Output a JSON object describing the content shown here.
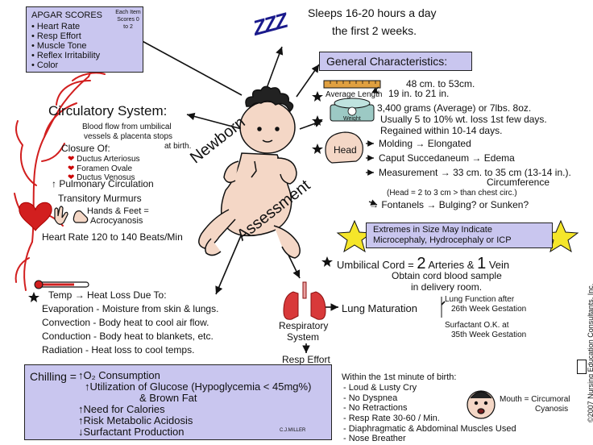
{
  "apgar": {
    "title": "APGAR SCORES",
    "note": "Each Item Scores 0 to 2",
    "items": [
      "Heart Rate",
      "Resp Effort",
      "Muscle Tone",
      "Reflex Irritability",
      "Color"
    ]
  },
  "sleep": {
    "line1": "Sleeps 16-20 hours a day",
    "line2": "the first 2 weeks.",
    "zzz": "ZZZ"
  },
  "general": {
    "title": "General Characteristics:",
    "length_label": "Average Length",
    "length_cm": "48 cm. to 53cm.",
    "length_in": "19 in. to 21 in.",
    "weight_label": "Weight",
    "weight_line1": "3,400 grams (Average) or 7lbs. 8oz.",
    "weight_line2": "Usually 5 to 10% wt. loss 1st few days.",
    "weight_line3": "Regained within 10-14 days.",
    "head_label": "Head",
    "molding": "Molding",
    "molding_result": "Elongated",
    "caput": "Caput Succedaneum",
    "caput_result": "Edema",
    "measurement": "Measurement",
    "measurement_result": "33 cm. to 35 cm (13-14 in.).",
    "circumference": "Circumference",
    "circ_note": "(Head = 2 to 3 cm > than chest circ.)",
    "fontanels": "Fontanels",
    "fontanels_result": "Bulging? or Sunken?"
  },
  "extremes": {
    "line1": "Extremes in Size May Indicate",
    "line2": "Microcephaly, Hydrocephaly or ICP"
  },
  "umbilical": {
    "prefix": "Umbilical Cord =",
    "two": "2",
    "arteries": "Arteries &",
    "one": "1",
    "vein": "Vein",
    "note1": "Obtain cord blood sample",
    "note2": "in delivery room."
  },
  "circulatory": {
    "title": "Circulatory System:",
    "desc1": "Blood flow from umbilical",
    "desc2": "vessels & placenta stops",
    "desc3": "at birth.",
    "closure": "Closure Of:",
    "closure_items": [
      "Ductus Arteriosus",
      "Foramen Ovale",
      "Ductus Venosus"
    ],
    "pulmonary": "Pulmonary Circulation",
    "murmurs": "Transitory Murmurs",
    "hands1": "Hands & Feet =",
    "hands2": "Acrocyanosis",
    "heart_rate": "Heart Rate 120 to 140 Beats/Min"
  },
  "center": {
    "word1": "Newborn",
    "word2": "Assessment"
  },
  "temp": {
    "title": "Temp",
    "title_rest": "Heat Loss Due To:",
    "items": [
      "Evaporation - Moisture from skin & lungs.",
      "Convection - Body heat to cool air flow.",
      "Conduction - Body heat to blankets, etc.",
      "Radiation - Heat loss to cool temps."
    ]
  },
  "respiratory": {
    "title1": "Respiratory",
    "title2": "System",
    "resp_effort": "Resp Effort",
    "lung_maturation": "Lung Maturation",
    "lung_fn1": "Lung Function after",
    "lung_fn2": "26th Week Gestation",
    "surf1": "Surfactant O.K. at",
    "surf2": "35th Week Gestation",
    "minute": "Within the 1st minute of birth:",
    "items": [
      "Loud & Lusty Cry",
      "No Dyspnea",
      "No Retractions",
      "Resp Rate 30-60 / Min.",
      "Diaphragmatic & Abdominal Muscles Used",
      "Nose Breather"
    ],
    "mouth1": "Mouth = Circumoral",
    "mouth2": "Cyanosis"
  },
  "chilling": {
    "title": "Chilling =",
    "line1": "O₂ Consumption",
    "line2": "Utilization of Glucose (Hypoglycemia < 45mg%)",
    "line3": "& Brown Fat",
    "line4": "Need for Calories",
    "line5": "Risk Metabolic Acidosis",
    "line6": "Surfactant Production",
    "signature": "C.J.MILLER"
  },
  "copyright": "©2007 Nursing Education Consultants, Inc.",
  "colors": {
    "lavender": "#c9c6ef",
    "red": "#d21f1f",
    "navy": "#1a1a8c",
    "yellow": "#f5e62a"
  }
}
